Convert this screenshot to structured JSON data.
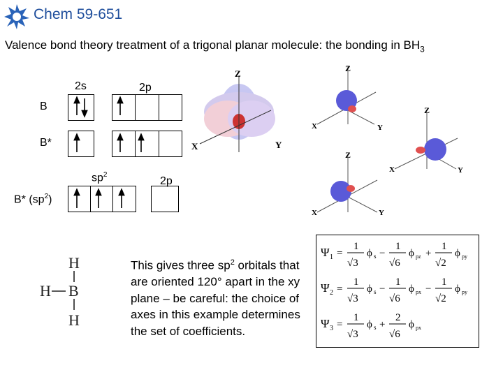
{
  "header": {
    "course": "Chem 59-651",
    "subtitle": "Valence bond theory treatment of a trigonal planar molecule: the bonding in BH",
    "subtitle_sub": "3"
  },
  "orbital_diagram": {
    "label_2s": "2s",
    "label_2p": "2p",
    "row_B": "B",
    "row_Bstar": "B*",
    "label_sp": "sp",
    "label_sp_sup": "2",
    "label_2p_second": "2p",
    "row_hybrid_prefix": "B* (sp",
    "row_hybrid_sup": "2",
    "row_hybrid_suffix": ")"
  },
  "structure": {
    "atoms": [
      "H",
      "H",
      "B",
      "H"
    ]
  },
  "axes": {
    "x": "X",
    "y": "Y",
    "z": "Z"
  },
  "explanation": {
    "part1": "This gives three sp",
    "sup": "2",
    "part2": " orbitals that are oriented 120° apart in the xy plane – be careful: the choice of axes in this example determines the set of coefficients."
  },
  "equations": [
    {
      "psi": "Ψ",
      "index": "1"
    },
    {
      "psi": "Ψ",
      "index": "2"
    },
    {
      "psi": "Ψ",
      "index": "3"
    }
  ],
  "colors": {
    "course_blue": "#1f4e9c",
    "orbital_blue": "#5a5ad8",
    "orbital_red": "#e05050"
  }
}
